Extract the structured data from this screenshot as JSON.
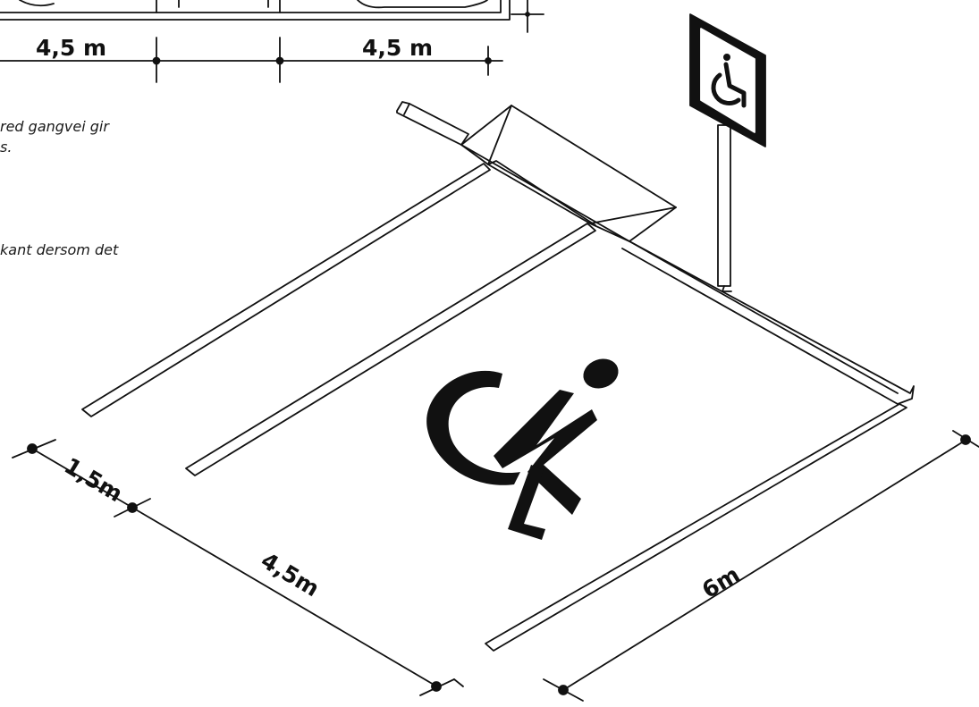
{
  "captions": {
    "line1": "red gangvei gir",
    "line2": "s.",
    "line3": "kant dersom det"
  },
  "dimensions": {
    "top_left": "4,5 m",
    "top_right": "4,5 m",
    "aisle": "1,5m",
    "stall": "4,5m",
    "depth": "6m"
  },
  "symbols": {
    "sign": "wheelchair-icon",
    "pavement": "wheelchair-icon"
  },
  "colors": {
    "ink": "#111111",
    "paper": "#ffffff"
  }
}
